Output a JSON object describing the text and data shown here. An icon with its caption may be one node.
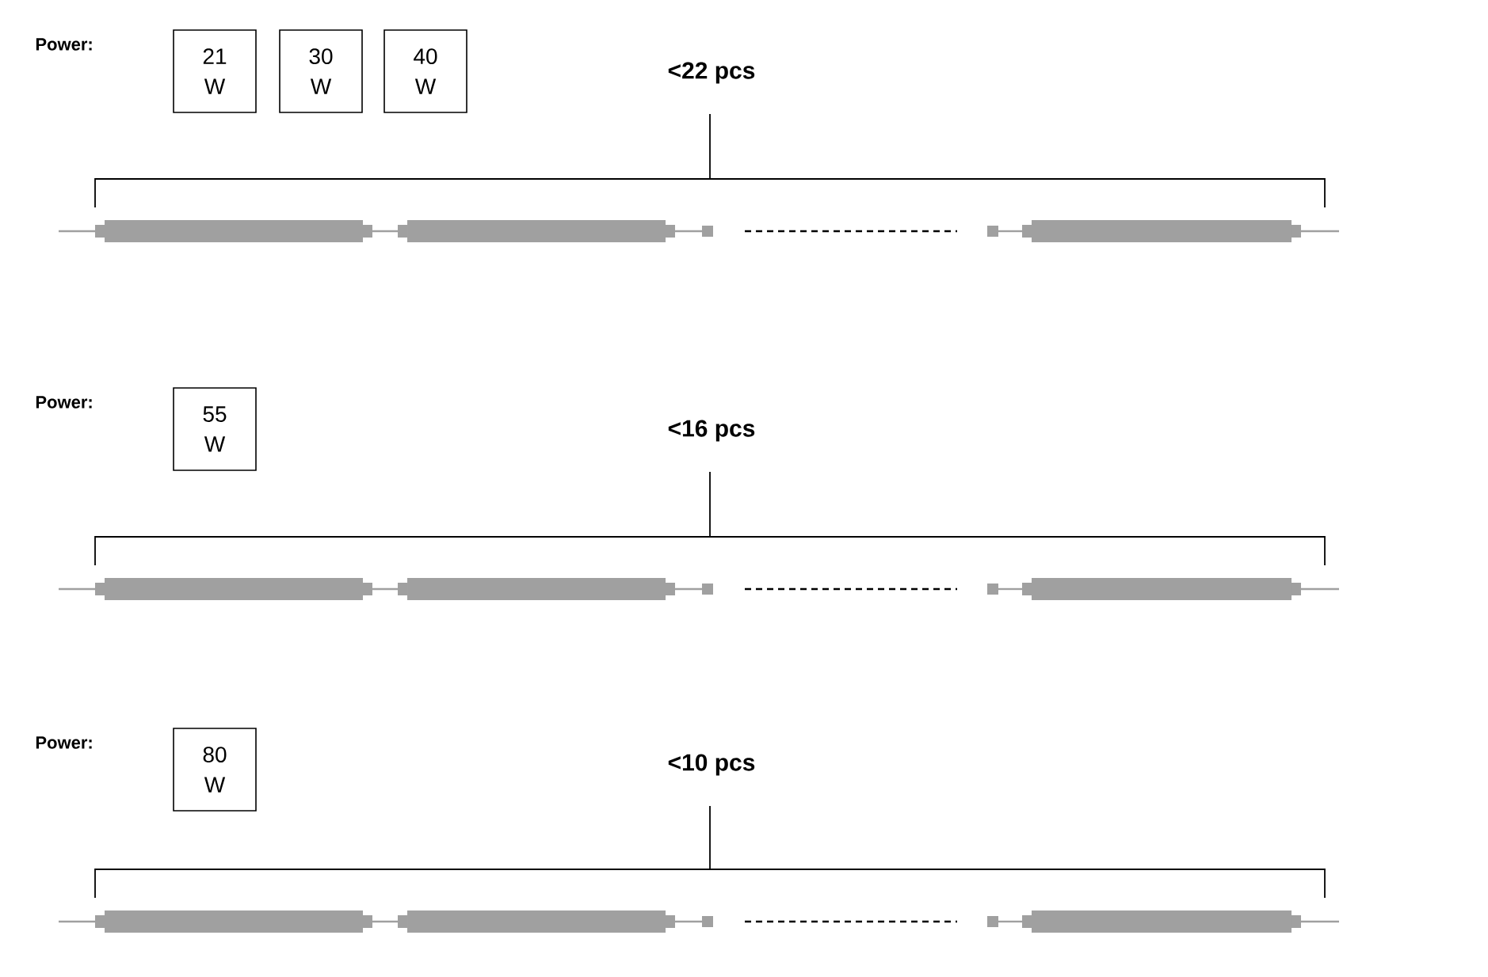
{
  "diagram": {
    "nodes": [
      {
        "text": [
          "21 W"
        ]
      },
      {
        "text": [
          "30 W"
        ]
      },
      {
        "text": [
          "40 W"
        ]
      },
      {
        "text": [
          "55 W"
        ]
      },
      {
        "text": [
          "80 W"
        ]
      }
    ],
    "labels": [
      "Power:",
      "<22 pcs",
      "Power:",
      "<16 pcs",
      "Power:",
      "<10 pcs"
    ]
  }
}
